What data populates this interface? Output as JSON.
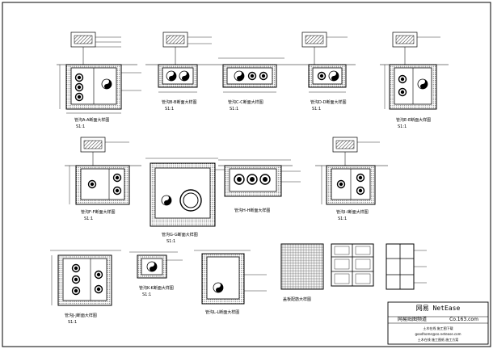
{
  "drawing": {
    "section_titles": [
      "管沟A-A断面大样图",
      "管沟B-B断面大样图",
      "管沟C-C断面大样图",
      "管沟D-D断面大样图",
      "管沟E-E断面大样图",
      "管沟F-F断面大样图",
      "管沟G-G断面大样图",
      "管沟H-H断面大样图",
      "管沟I-I断面大样图",
      "管沟J-J断面大样图",
      "管沟K-K断面大样图",
      "管沟L-L断面大样图",
      "盖板配筋大样图"
    ],
    "scale_label": "S1:1"
  },
  "title_block": {
    "brand": "网易 NetEase",
    "brand_sub": "网易贴图频道",
    "domain": "Co.163.com",
    "line1": "土木在线 施工图下载",
    "line2": "goodhome@co.netease.com",
    "line3": "土木在线 施工图纸 施工方案"
  }
}
